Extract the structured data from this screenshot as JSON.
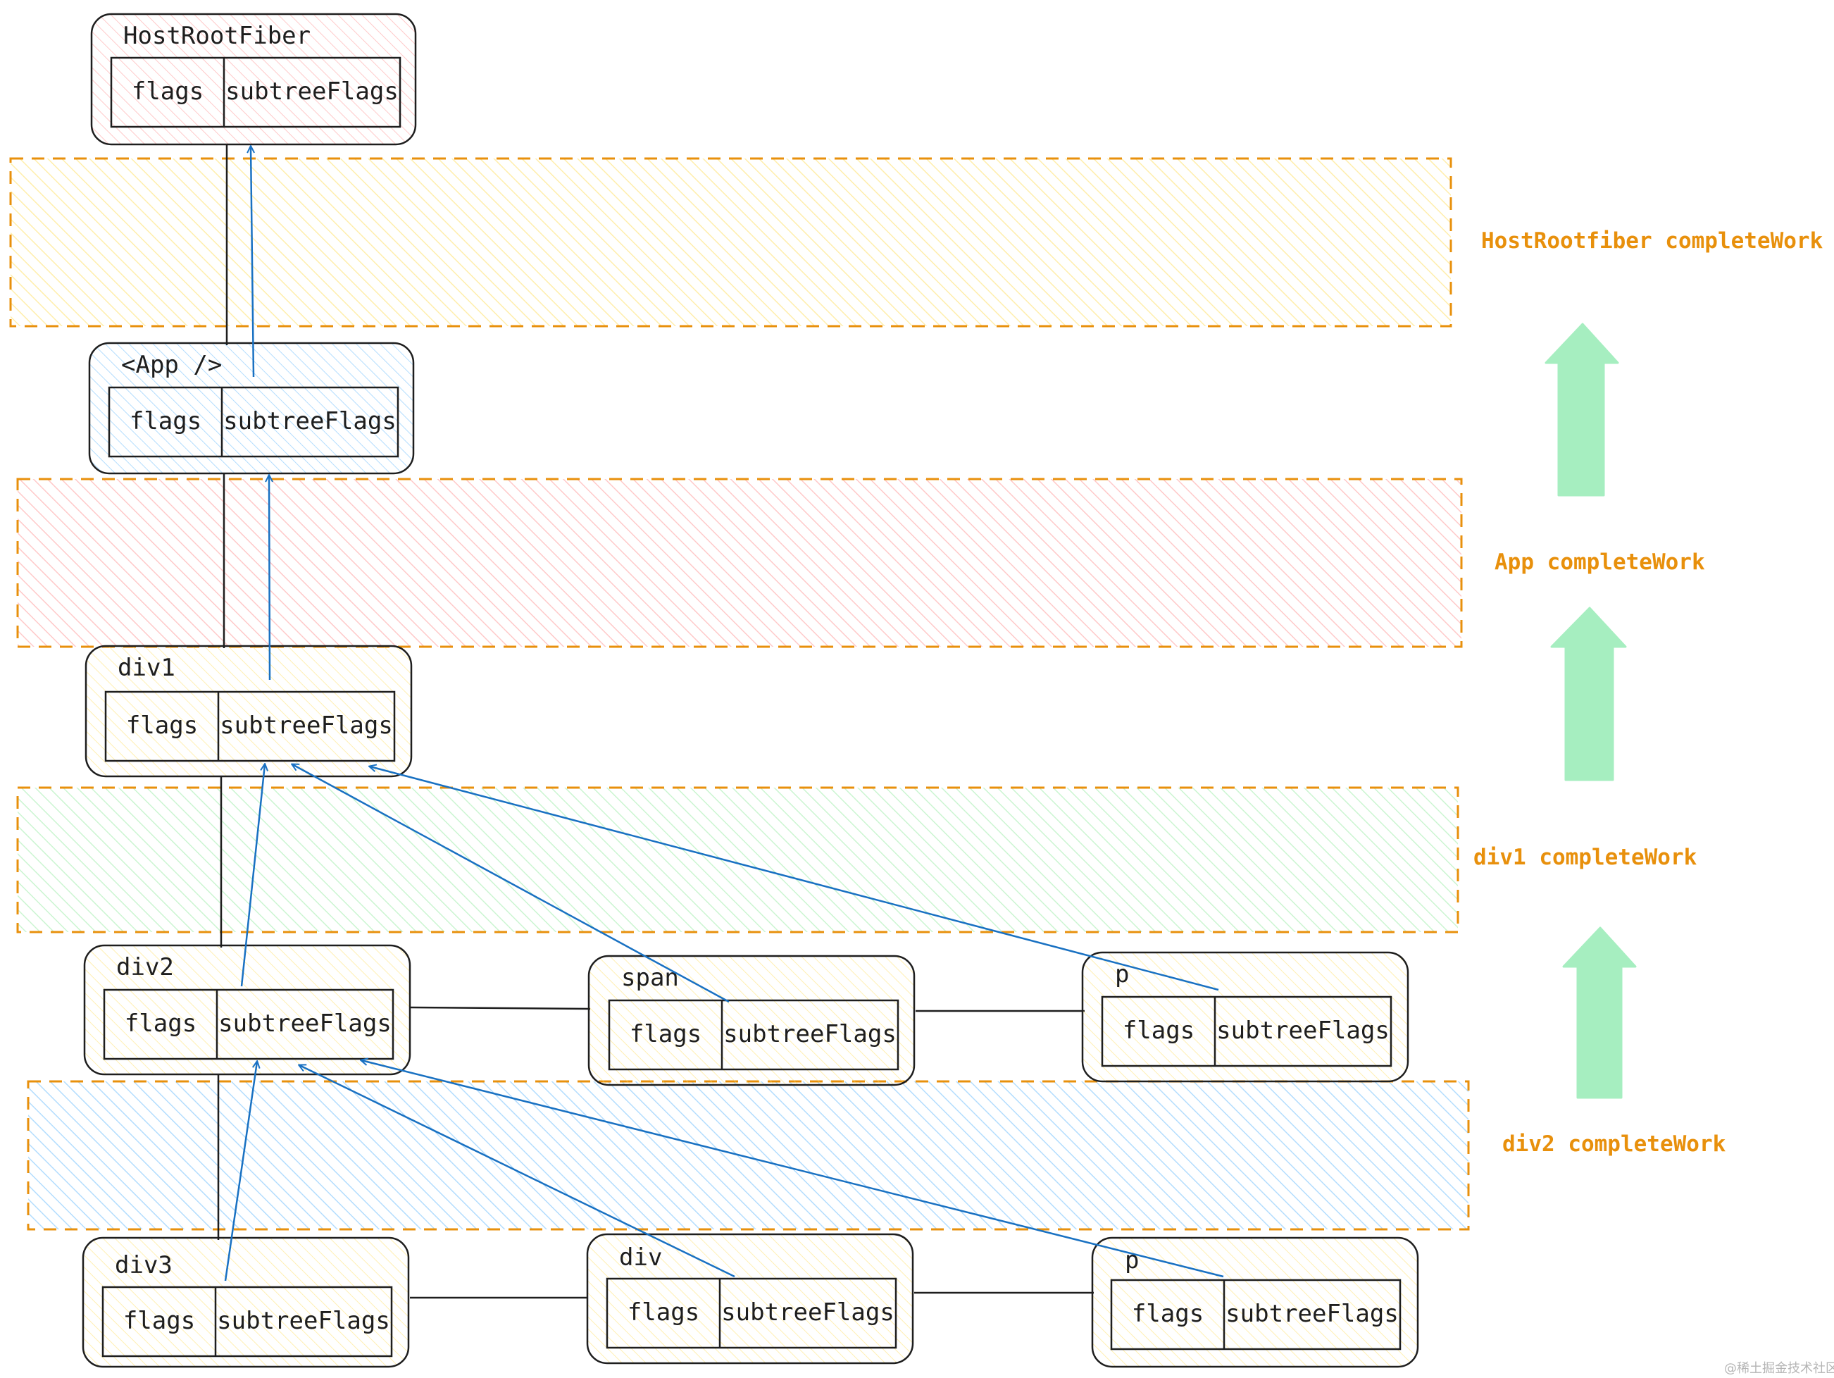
{
  "colors": {
    "phase_border": "#e8900c",
    "phase_label": "#e8900c",
    "arrow": "#1971c2",
    "up_arrow": "#a6eec0",
    "node_border": "#1e1e1e",
    "root_fill": "#ffc9c9",
    "app_fill": "#a5d8ff",
    "node_fill": "#ffec99",
    "band_yellow": "#ffec99",
    "band_red": "#ffc9c9",
    "band_green": "#b2f2bb",
    "band_blue": "#a5d8ff"
  },
  "fields": {
    "flags": "flags",
    "subtree_flags": "subtreeFlags"
  },
  "nodes": {
    "host_root": "HostRootFiber",
    "app": "<App />",
    "div1": "div1",
    "div2": "div2",
    "span": "span",
    "p1": "p",
    "div3": "div3",
    "div": "div",
    "p2": "p"
  },
  "phases": {
    "host_root": "HostRootfiber completeWork",
    "app": "App completeWork",
    "div1": "div1 completeWork",
    "div2": "div2 completeWork"
  },
  "watermark": "@稀土掘金技术社区"
}
